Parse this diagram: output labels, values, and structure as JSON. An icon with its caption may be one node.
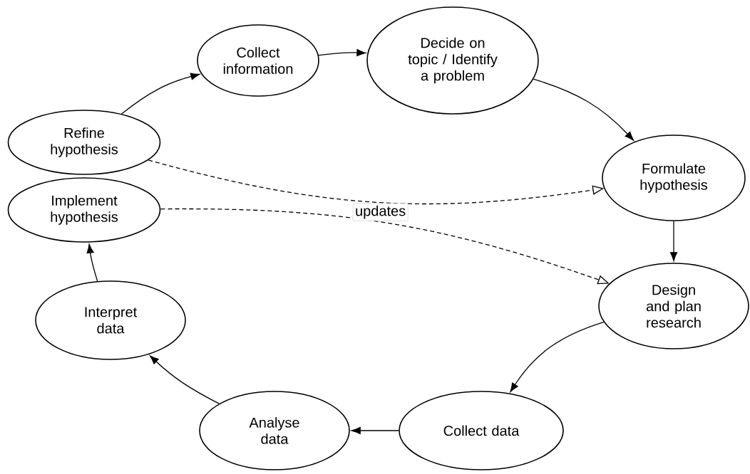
{
  "diagram": {
    "nodes": [
      {
        "text": [
          "Collect information"
        ]
      },
      {
        "text": [
          "Decide on topic / Identify a problem"
        ]
      },
      {
        "text": [
          "Formulate hypothesis"
        ]
      },
      {
        "text": [
          "Design and plan research"
        ]
      },
      {
        "text": [
          "Collect data"
        ]
      },
      {
        "text": [
          "Analyse data"
        ]
      },
      {
        "text": [
          "Interpret data"
        ]
      },
      {
        "text": [
          "Implement hypothesis"
        ]
      },
      {
        "text": [
          "Refine hypothesis"
        ]
      }
    ],
    "edges": [
      {
        "from": 8,
        "to": 0,
        "arrow": "to"
      },
      {
        "from": 0,
        "to": 1,
        "arrow": "to"
      },
      {
        "from": 1,
        "to": 2,
        "arrow": "to"
      },
      {
        "from": 2,
        "to": 3,
        "arrow": "to"
      },
      {
        "from": 3,
        "to": 4,
        "arrow": "to"
      },
      {
        "from": 4,
        "to": 5,
        "arrow": "to"
      },
      {
        "from": 5,
        "to": 6,
        "arrow": "to"
      },
      {
        "from": 6,
        "to": 7,
        "arrow": "to"
      },
      {
        "from": 8,
        "to": 2,
        "arrow": "to",
        "style": "dashed"
      },
      {
        "from": 7,
        "to": 3,
        "arrow": "to",
        "style": "dashed",
        "label": "updates"
      }
    ]
  }
}
